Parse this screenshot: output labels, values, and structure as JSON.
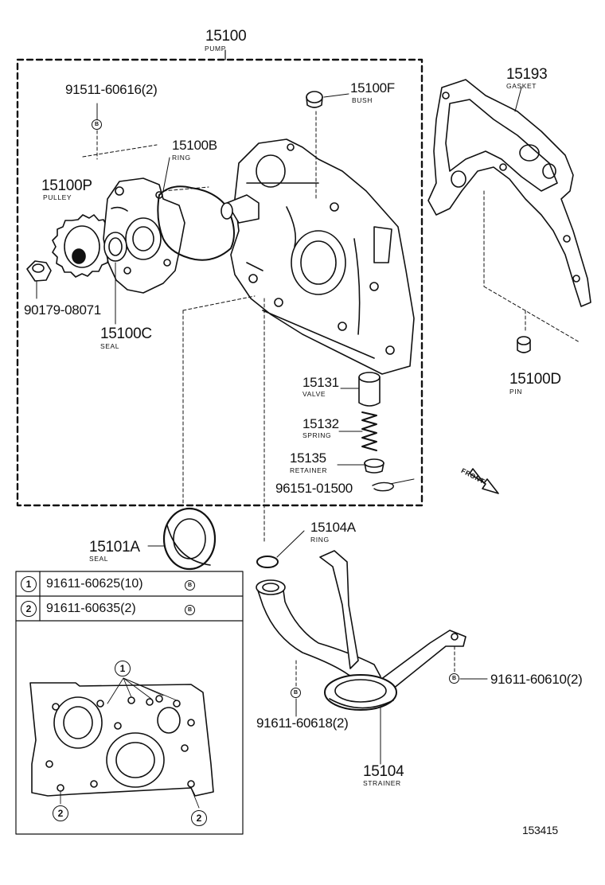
{
  "parts": {
    "pump_no": "15100",
    "pump_cap": "PUMP",
    "bolt_91511": "91511-60616(2)",
    "bush_no": "15100F",
    "bush_cap": "BUSH",
    "gasket_no": "15193",
    "gasket_cap": "GASKET",
    "ring_b_no": "15100B",
    "ring_b_cap": "RING",
    "pulley_no": "15100P",
    "pulley_cap": "PULLEY",
    "nut_no": "90179-08071",
    "seal_c_no": "15100C",
    "seal_c_cap": "SEAL",
    "pin_no": "15100D",
    "pin_cap": "PIN",
    "valve_no": "15131",
    "valve_cap": "VALVE",
    "spring_no": "15132",
    "spring_cap": "SPRING",
    "retainer_no": "15135",
    "retainer_cap": "RETAINER",
    "clip_no": "96151-01500",
    "front_cap": "FRONT",
    "seal_a_no": "15101A",
    "seal_a_cap": "SEAL",
    "ring_a_no": "15104A",
    "ring_a_cap": "RING",
    "bolt_60610": "91611-60610(2)",
    "bolt_60618": "91611-60618(2)",
    "strainer_no": "15104",
    "strainer_cap": "STRAINER",
    "ref_no": "153415"
  },
  "table": {
    "row1_mark": "1",
    "row1_part": "91611-60625(10)",
    "row2_mark": "2",
    "row2_part": "91611-60635(2)",
    "bolt_symbol": "B"
  },
  "detail": {
    "mark1": "1",
    "mark2a": "2",
    "mark2b": "2"
  }
}
